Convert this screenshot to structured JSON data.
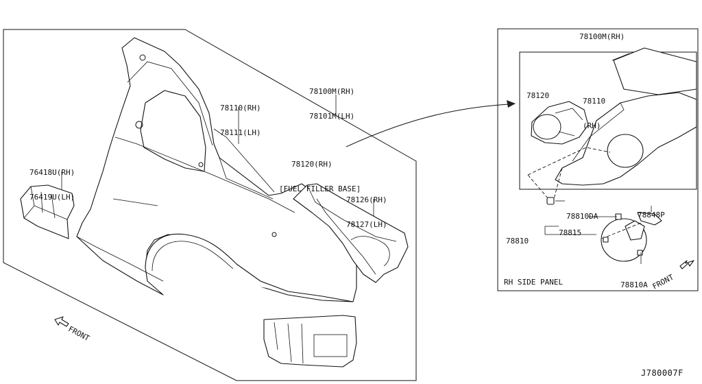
{
  "diagram_id": "J780007F",
  "left_panel": {
    "callouts": [
      {
        "id": "c-78100m",
        "lines": [
          "78100M(RH)",
          "78101M(LH)"
        ]
      },
      {
        "id": "c-78110",
        "lines": [
          "78110(RH)",
          "78111(LH)"
        ]
      },
      {
        "id": "c-76418u",
        "lines": [
          "76418U(RH)",
          "76419U(LH)"
        ]
      },
      {
        "id": "c-78120",
        "lines": [
          "78120(RH)",
          "[FUEL FILLER BASE]"
        ]
      },
      {
        "id": "c-78126",
        "lines": [
          "78126(RH)",
          "78127(LH)"
        ]
      }
    ],
    "front_label": "FRONT"
  },
  "detail_panel": {
    "title_callout": "78100M(RH)",
    "caption": "RH SIDE PANEL",
    "callouts": [
      {
        "id": "d-78120",
        "lines": [
          "78120"
        ]
      },
      {
        "id": "d-78110",
        "lines": [
          "78110",
          "(RH)"
        ]
      },
      {
        "id": "d-78810da",
        "lines": [
          "78810DA"
        ]
      },
      {
        "id": "d-78848p",
        "lines": [
          "78848P"
        ]
      },
      {
        "id": "d-78815",
        "lines": [
          "78815"
        ]
      },
      {
        "id": "d-78810",
        "lines": [
          "78810"
        ]
      },
      {
        "id": "d-78810a",
        "lines": [
          "78810A"
        ]
      }
    ],
    "front_label": "FRONT"
  }
}
